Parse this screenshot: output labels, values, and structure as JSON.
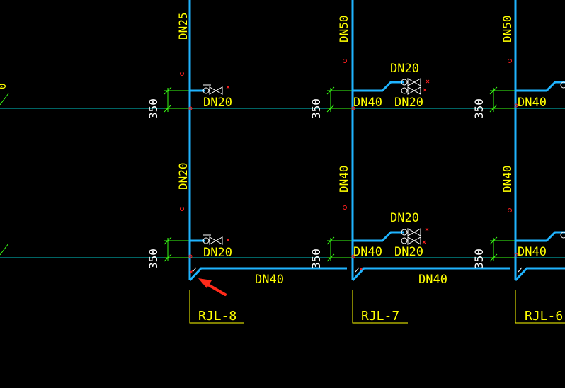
{
  "colors": {
    "background": "#000000",
    "pipe": "#1fb4ff",
    "floor_line": "#00c8c8",
    "dimension": "#39ff14",
    "label": "#ffff00",
    "dim_text": "#ffffff",
    "marker": "#ff2020",
    "arrow": "#ff2a1a"
  },
  "risers": [
    {
      "name": "RJL-8",
      "upper_riser_label": "DN25",
      "lower_riser_label": "DN20",
      "upper_branch_label": "DN20",
      "lower_branch_label": "DN20"
    },
    {
      "name": "RJL-7",
      "upper_riser_label": "DN50",
      "lower_riser_label": "DN40",
      "upper_branch_main_label": "DN40",
      "upper_branch_label": "DN20",
      "upper_branch_top_label": "DN20",
      "lower_branch_main_label": "DN40",
      "lower_branch_label": "DN20",
      "lower_branch_top_label": "DN20"
    },
    {
      "name": "RJL-6",
      "upper_riser_label": "DN50",
      "lower_riser_label": "DN40",
      "upper_branch_main_label": "DN40",
      "lower_branch_main_label": "DN40"
    }
  ],
  "header_pipe_labels": [
    "DN40",
    "DN40"
  ],
  "dimensions": [
    "350",
    "350",
    "350",
    "350",
    "350",
    "350"
  ],
  "annotation": "red-arrow"
}
